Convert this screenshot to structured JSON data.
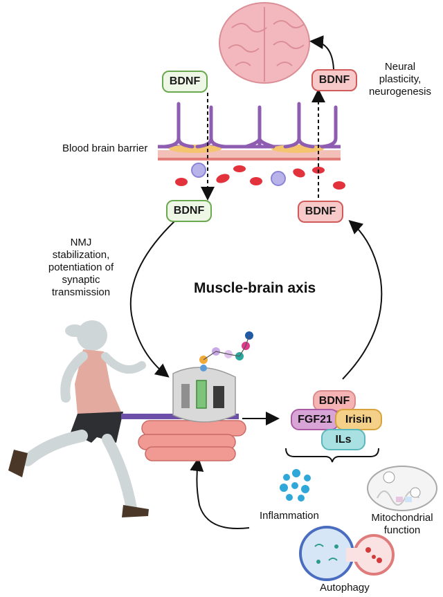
{
  "diagram": {
    "title": "Muscle-brain axis",
    "labels": {
      "blood_brain_barrier": "Blood brain barrier",
      "neural_line1": "Neural",
      "neural_line2": "plasticity,",
      "neural_line3": "neurogenesis",
      "nmj_line1": "NMJ",
      "nmj_line2": "stabilization,",
      "nmj_line3": "potentiation of",
      "nmj_line4": "synaptic",
      "nmj_line5": "transmission",
      "inflammation": "Inflammation",
      "mito_line1": "Mitochondrial",
      "mito_line2": "function",
      "autophagy": "Autophagy"
    },
    "bdnf_top_left": "BDNF",
    "bdnf_top_right": "BDNF",
    "bdnf_mid_left": "BDNF",
    "bdnf_mid_right": "BDNF",
    "myokines": {
      "bdnf": "BDNF",
      "fgf21": "FGF21",
      "irisin": "Irisin",
      "ils": "ILs"
    },
    "colors": {
      "green_pill_border": "#6aa84f",
      "red_pill_border": "#d05a5a",
      "brain": "#f2b8bd",
      "endothelium": "#8e5cb0",
      "muscle": "#f19a93"
    }
  }
}
